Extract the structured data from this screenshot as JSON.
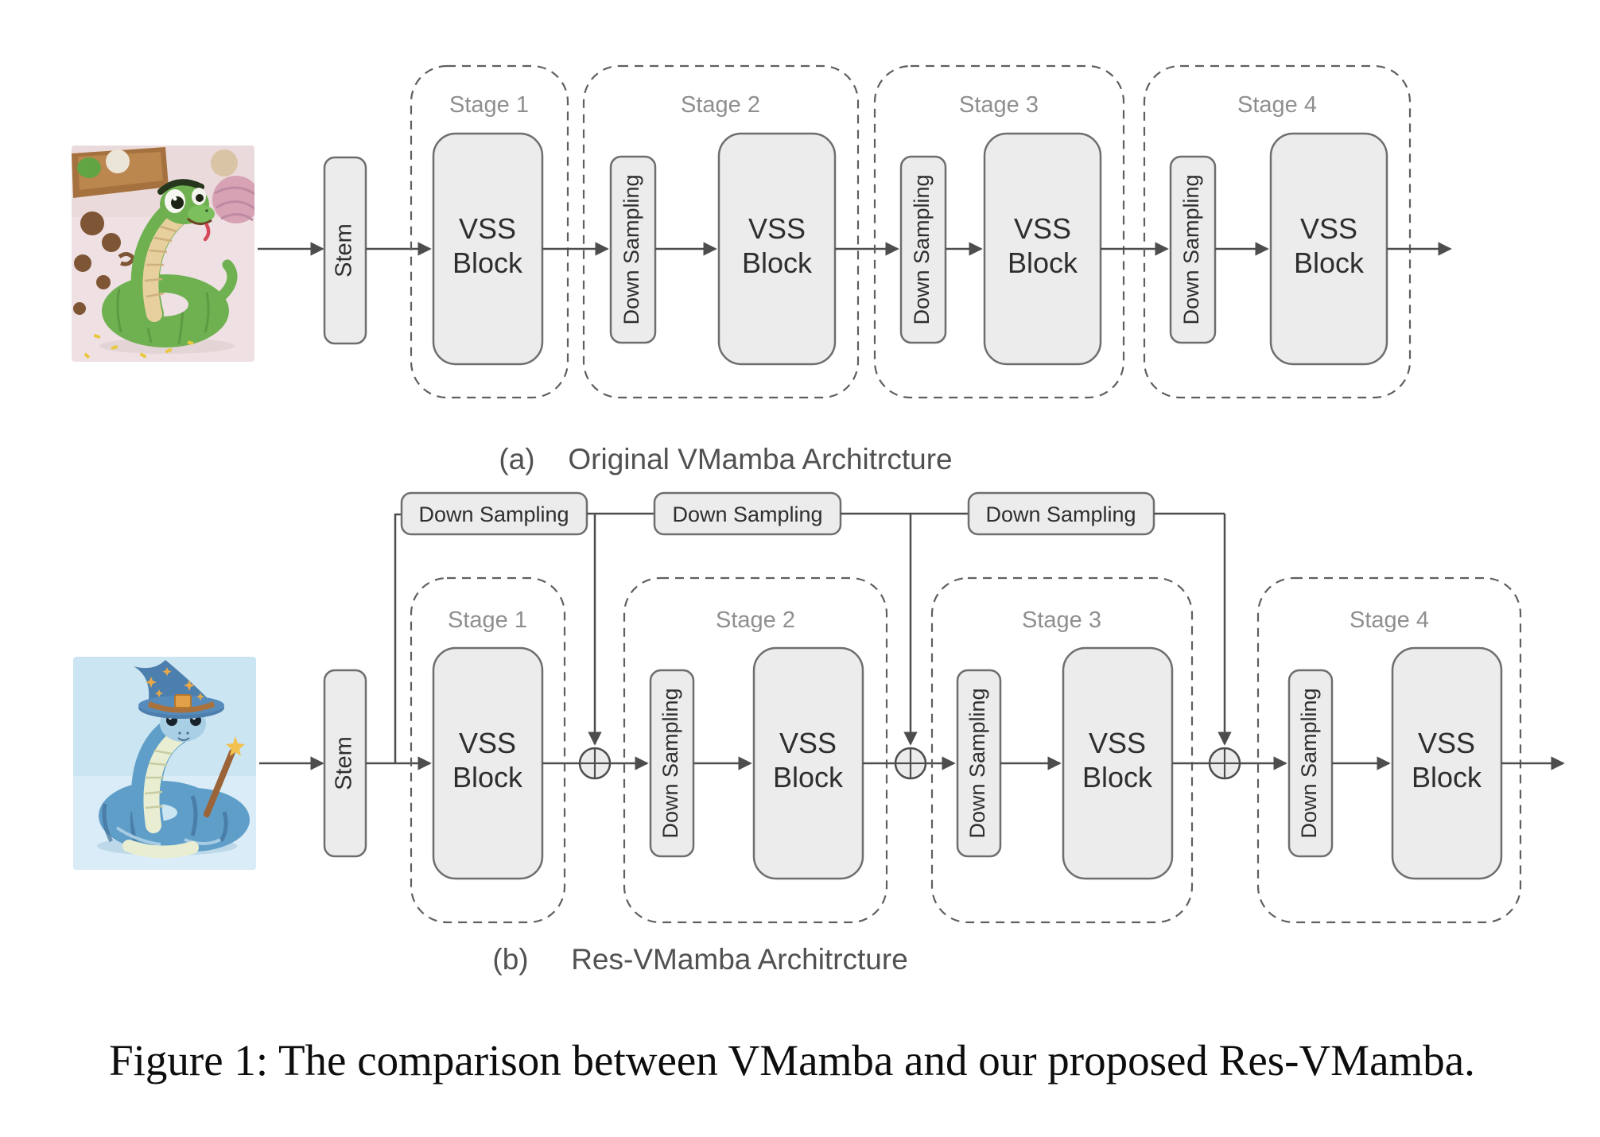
{
  "figure_caption": "Figure 1: The comparison between VMamba and our proposed Res-VMamba.",
  "shared_labels": {
    "stem": "Stem",
    "vss_line1": "VSS",
    "vss_line2": "Block",
    "down_sampling": "Down Sampling"
  },
  "diagram_a": {
    "tag": "(a)",
    "caption": "Original VMamba Architrcture",
    "input_image": "green-clay-snake-photo",
    "stages": {
      "s1": "Stage 1",
      "s2": "Stage 2",
      "s3": "Stage 3",
      "s4": "Stage 4"
    }
  },
  "diagram_b": {
    "tag": "(b)",
    "caption": "Res-VMamba Architrcture",
    "input_image": "blue-clay-wizard-snake-photo",
    "add_icon": "⊕",
    "stages": {
      "s1": "Stage 1",
      "s2": "Stage 2",
      "s3": "Stage 3",
      "s4": "Stage 4"
    }
  },
  "colors": {
    "block_fill": "#ececec",
    "block_border": "#6e6e6e",
    "dashed_border": "#5f5f5f",
    "stage_label": "#8f8f8f",
    "block_text": "#2e2e2e",
    "arrow_line": "#4d4d4d",
    "sub_caption_text": "#515151",
    "figure_caption_text": "#0d0d0d"
  }
}
